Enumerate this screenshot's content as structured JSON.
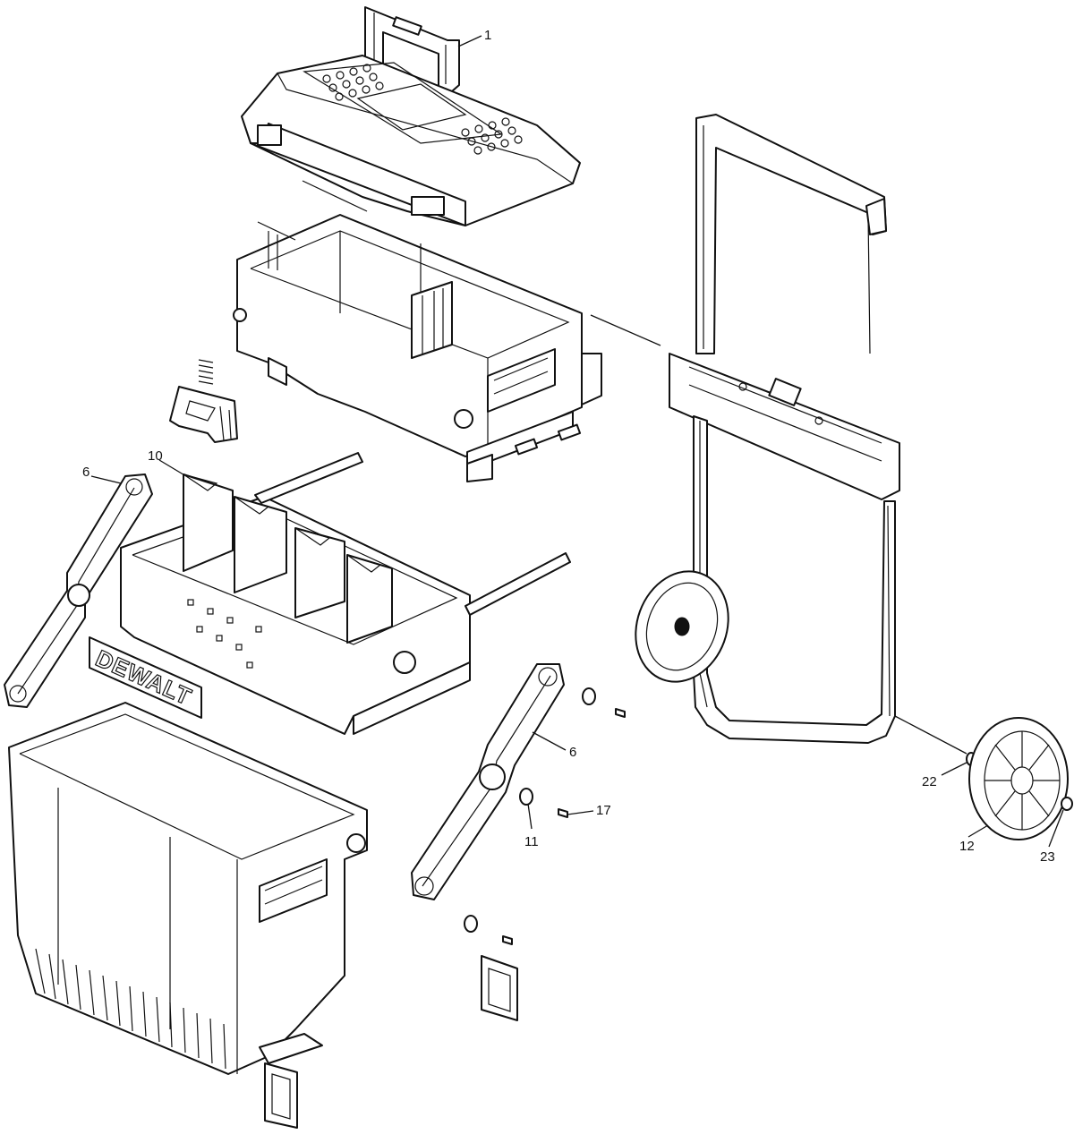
{
  "diagram": {
    "logo_text": "DEWALT",
    "callouts": [
      {
        "id": "c1",
        "label": "1"
      },
      {
        "id": "c10",
        "label": "10"
      },
      {
        "id": "c6a",
        "label": "6"
      },
      {
        "id": "c6b",
        "label": "6"
      },
      {
        "id": "c17",
        "label": "17"
      },
      {
        "id": "c11",
        "label": "11"
      },
      {
        "id": "c22",
        "label": "22"
      },
      {
        "id": "c12",
        "label": "12"
      },
      {
        "id": "c23",
        "label": "23"
      }
    ]
  }
}
